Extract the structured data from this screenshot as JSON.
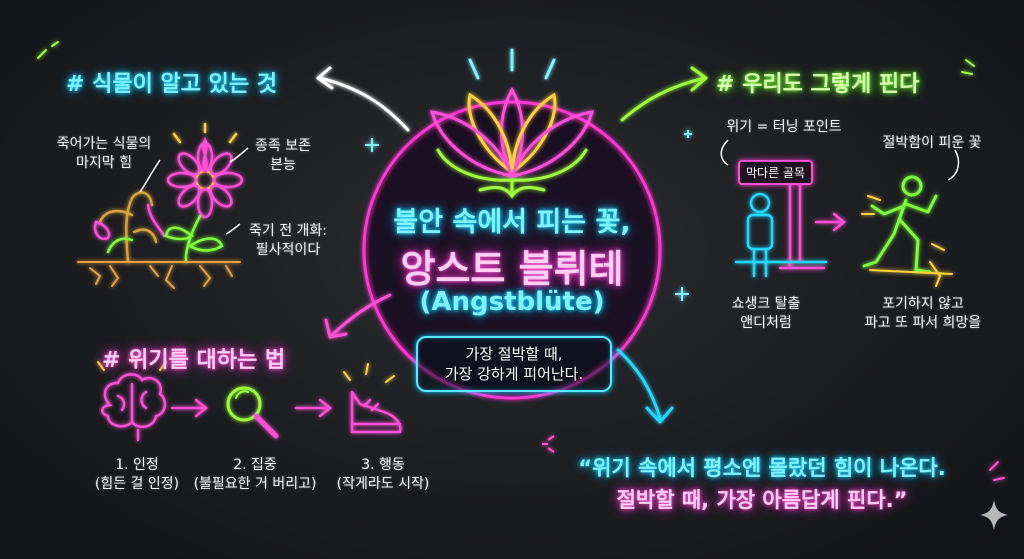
{
  "center": {
    "title_line1": "불안 속에서 피는 꽃,",
    "title_line2": "앙스트 블뤼테",
    "title_line3": "(Angstblüte)",
    "bubble_line1": "가장 절박할 때,",
    "bubble_line2": "가장 강하게 피어난다."
  },
  "plants": {
    "header": "# 식물이 알고 있는 것",
    "label_dying_1": "죽어가는 식물의",
    "label_dying_2": "마지막 힘",
    "label_species_1": "종족 보존",
    "label_species_2": "본능",
    "label_bloom_1": "죽기 전 개화:",
    "label_bloom_2": "필사적이다"
  },
  "us": {
    "header": "# 우리도 그렇게 핀다",
    "label_crisis": "위기 = 터닝 포인트",
    "label_deadend": "막다른 골목",
    "label_bloom": "절박함이 피운 꽃",
    "label_shawshank_1": "쇼생크 탈출",
    "label_shawshank_2": "앤디처럼",
    "label_dig_1": "포기하지 않고",
    "label_dig_2": "파고 또 파서 희망을"
  },
  "crisis": {
    "header": "# 위기를 대하는 법",
    "step1_title": "1. 인정",
    "step1_desc": "(힘든 걸 인정)",
    "step2_title": "2. 집중",
    "step2_desc": "(불필요한 거 버리고)",
    "step3_title": "3. 행동",
    "step3_desc": "(작게라도 시작)"
  },
  "quote": {
    "line1": "“위기 속에서 평소엔 몰랐던 힘이 나온다.",
    "line2": "절박할 때, 가장 아름답게 핀다.”"
  },
  "colors": {
    "cyan": "#22d8ff",
    "pink": "#ff2bd0",
    "green": "#52e81a",
    "background": "#1c1d21"
  }
}
